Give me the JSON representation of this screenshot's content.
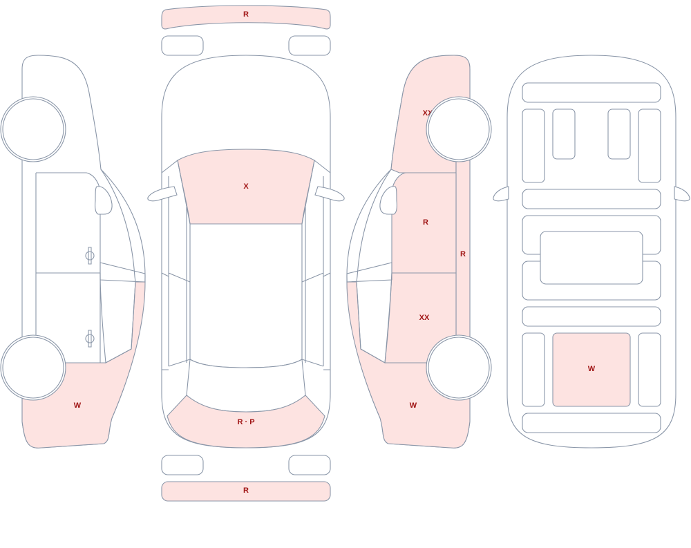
{
  "diagram": {
    "colors": {
      "damage_fill": "#fde3e1",
      "outline": "#8a96a8",
      "mark_text": "#a01515",
      "background": "#ffffff"
    },
    "marks": {
      "front_bumper": "R",
      "rear_bumper": "R",
      "hood": "X",
      "trunk": "R · P",
      "left_rear_quarter": "W",
      "right_front_fender": "XX",
      "right_front_door": "R",
      "right_rocker": "R",
      "right_rear_door": "XX",
      "right_rear_quarter": "W",
      "underbody_rear_floor": "W"
    }
  }
}
